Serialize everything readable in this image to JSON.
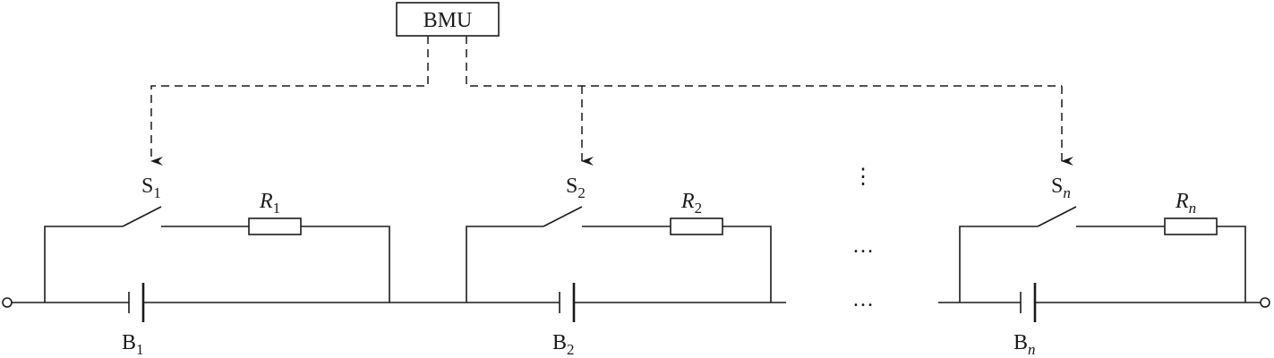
{
  "controller": {
    "label": "BMU"
  },
  "cells": [
    {
      "switch": "S",
      "switch_sub": "1",
      "resistor": "R",
      "resistor_sub": "1",
      "battery": "B",
      "battery_sub": "1"
    },
    {
      "switch": "S",
      "switch_sub": "2",
      "resistor": "R",
      "resistor_sub": "2",
      "battery": "B",
      "battery_sub": "2"
    },
    {
      "switch": "S",
      "switch_sub": "n",
      "resistor": "R",
      "resistor_sub": "n",
      "battery": "B",
      "battery_sub": "n"
    }
  ],
  "ellipsis": {
    "vertical": "⋮",
    "horizontal": "…"
  }
}
